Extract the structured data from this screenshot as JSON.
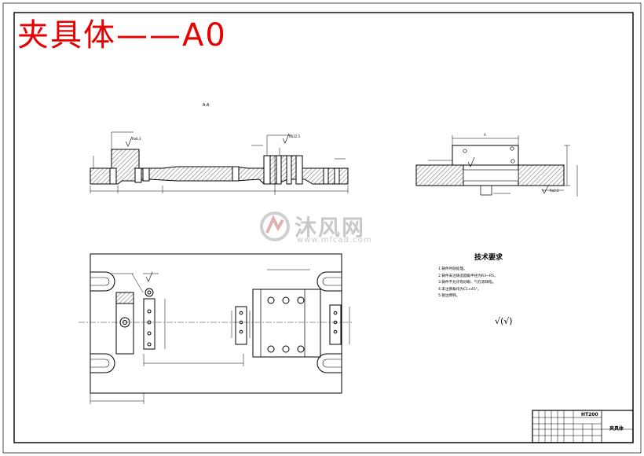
{
  "header": {
    "title": "夹具体——A0"
  },
  "views": {
    "section_label": "A-A",
    "side_label": "A",
    "roughness_1": "Ra6.3",
    "roughness_2": "Ra12.5",
    "roughness_3": "Ra3.2"
  },
  "notes": {
    "heading": "技术要求",
    "items": [
      "1.铸件时效处理。",
      "2.铸件未注铸造圆角半径为R3~R5。",
      "3.铸件不允许有砂眼、气孔等缺陷。",
      "4.未注倒角均为C1×45°。",
      "5.锐边倒钝。"
    ],
    "roughness_symbol": "√(√)"
  },
  "watermark": {
    "brand": "沐风网",
    "url": "www.mfcad.com"
  },
  "title_block": {
    "material": "HT200",
    "part_name": "夹具体"
  },
  "colors": {
    "title_red": "#e60000",
    "line": "#000000",
    "watermark": "#c9c9c9"
  }
}
